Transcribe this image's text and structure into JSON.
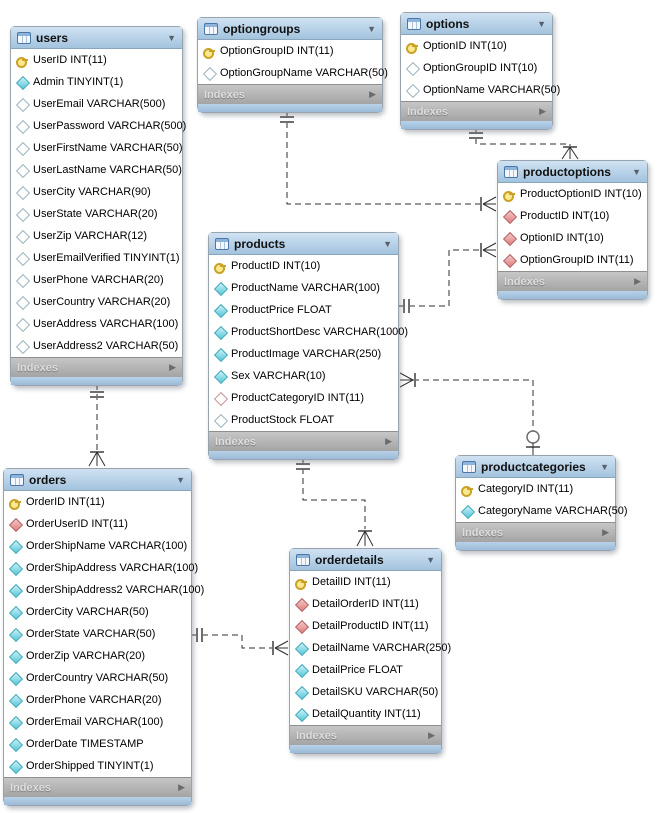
{
  "labels": {
    "indexes": "Indexes"
  },
  "tables": {
    "users": {
      "title": "users",
      "fields": [
        {
          "icon": "pk",
          "text": "UserID INT(11)"
        },
        {
          "icon": "nn",
          "text": "Admin TINYINT(1)"
        },
        {
          "icon": "col",
          "text": "UserEmail VARCHAR(500)"
        },
        {
          "icon": "col",
          "text": "UserPassword VARCHAR(500)"
        },
        {
          "icon": "col",
          "text": "UserFirstName VARCHAR(50)"
        },
        {
          "icon": "col",
          "text": "UserLastName VARCHAR(50)"
        },
        {
          "icon": "col",
          "text": "UserCity VARCHAR(90)"
        },
        {
          "icon": "col",
          "text": "UserState VARCHAR(20)"
        },
        {
          "icon": "col",
          "text": "UserZip VARCHAR(12)"
        },
        {
          "icon": "col",
          "text": "UserEmailVerified TINYINT(1)"
        },
        {
          "icon": "col",
          "text": "UserPhone VARCHAR(20)"
        },
        {
          "icon": "col",
          "text": "UserCountry VARCHAR(20)"
        },
        {
          "icon": "col",
          "text": "UserAddress VARCHAR(100)"
        },
        {
          "icon": "col",
          "text": "UserAddress2 VARCHAR(50)"
        }
      ]
    },
    "optiongroups": {
      "title": "optiongroups",
      "fields": [
        {
          "icon": "pk",
          "text": "OptionGroupID INT(11)"
        },
        {
          "icon": "col",
          "text": "OptionGroupName VARCHAR(50)"
        }
      ]
    },
    "options": {
      "title": "options",
      "fields": [
        {
          "icon": "pk",
          "text": "OptionID INT(10)"
        },
        {
          "icon": "col",
          "text": "OptionGroupID INT(10)"
        },
        {
          "icon": "col",
          "text": "OptionName VARCHAR(50)"
        }
      ]
    },
    "productoptions": {
      "title": "productoptions",
      "fields": [
        {
          "icon": "pk",
          "text": "ProductOptionID INT(10)"
        },
        {
          "icon": "fk",
          "text": "ProductID INT(10)"
        },
        {
          "icon": "fk",
          "text": "OptionID INT(10)"
        },
        {
          "icon": "fk",
          "text": "OptionGroupID INT(11)"
        }
      ]
    },
    "products": {
      "title": "products",
      "fields": [
        {
          "icon": "pk",
          "text": "ProductID INT(10)"
        },
        {
          "icon": "nn",
          "text": "ProductName VARCHAR(100)"
        },
        {
          "icon": "nn",
          "text": "ProductPrice FLOAT"
        },
        {
          "icon": "nn",
          "text": "ProductShortDesc VARCHAR(1000)"
        },
        {
          "icon": "nn",
          "text": "ProductImage VARCHAR(250)"
        },
        {
          "icon": "nn",
          "text": "Sex VARCHAR(10)"
        },
        {
          "icon": "fknull",
          "text": "ProductCategoryID INT(11)"
        },
        {
          "icon": "col",
          "text": "ProductStock FLOAT"
        }
      ]
    },
    "productcategories": {
      "title": "productcategories",
      "fields": [
        {
          "icon": "pk",
          "text": "CategoryID INT(11)"
        },
        {
          "icon": "nn",
          "text": "CategoryName VARCHAR(50)"
        }
      ]
    },
    "orders": {
      "title": "orders",
      "fields": [
        {
          "icon": "pk",
          "text": "OrderID INT(11)"
        },
        {
          "icon": "fk",
          "text": "OrderUserID INT(11)"
        },
        {
          "icon": "nn",
          "text": "OrderShipName VARCHAR(100)"
        },
        {
          "icon": "nn",
          "text": "OrderShipAddress VARCHAR(100)"
        },
        {
          "icon": "nn",
          "text": "OrderShipAddress2 VARCHAR(100)"
        },
        {
          "icon": "nn",
          "text": "OrderCity VARCHAR(50)"
        },
        {
          "icon": "nn",
          "text": "OrderState VARCHAR(50)"
        },
        {
          "icon": "nn",
          "text": "OrderZip VARCHAR(20)"
        },
        {
          "icon": "nn",
          "text": "OrderCountry VARCHAR(50)"
        },
        {
          "icon": "nn",
          "text": "OrderPhone VARCHAR(20)"
        },
        {
          "icon": "nn",
          "text": "OrderEmail VARCHAR(100)"
        },
        {
          "icon": "nn",
          "text": "OrderDate TIMESTAMP"
        },
        {
          "icon": "nn",
          "text": "OrderShipped TINYINT(1)"
        }
      ]
    },
    "orderdetails": {
      "title": "orderdetails",
      "fields": [
        {
          "icon": "pk",
          "text": "DetailID INT(11)"
        },
        {
          "icon": "fk",
          "text": "DetailOrderID INT(11)"
        },
        {
          "icon": "fk",
          "text": "DetailProductID INT(11)"
        },
        {
          "icon": "nn",
          "text": "DetailName VARCHAR(250)"
        },
        {
          "icon": "nn",
          "text": "DetailPrice FLOAT"
        },
        {
          "icon": "nn",
          "text": "DetailSKU VARCHAR(50)"
        },
        {
          "icon": "nn",
          "text": "DetailQuantity INT(11)"
        }
      ]
    }
  },
  "relationships": [
    {
      "from": "users",
      "from_cardinality": "1",
      "to": "orders",
      "to_cardinality": "many",
      "line": "dashed"
    },
    {
      "from": "optiongroups",
      "from_cardinality": "1",
      "to": "productoptions",
      "to_cardinality": "many",
      "line": "dashed"
    },
    {
      "from": "options",
      "from_cardinality": "1",
      "to": "productoptions",
      "to_cardinality": "many",
      "line": "dashed"
    },
    {
      "from": "products",
      "from_cardinality": "1",
      "to": "productoptions",
      "to_cardinality": "many",
      "line": "dashed"
    },
    {
      "from": "productcategories",
      "from_cardinality": "0..1",
      "to": "products",
      "to_cardinality": "many",
      "line": "dashed"
    },
    {
      "from": "products",
      "from_cardinality": "1",
      "to": "orderdetails",
      "to_cardinality": "many",
      "line": "dashed"
    },
    {
      "from": "orders",
      "from_cardinality": "1",
      "to": "orderdetails",
      "to_cardinality": "many",
      "line": "dashed"
    }
  ],
  "colors": {
    "header_blue": "#a3c3de",
    "footer_gray": "#a4a4a4",
    "bottom_bar_blue": "#9cbbd8",
    "pk_yellow": "#c9a227",
    "notnull_cyan": "#55c6d9",
    "fk_red": "#dd7f7f",
    "line_dark": "#2f2f2f"
  }
}
